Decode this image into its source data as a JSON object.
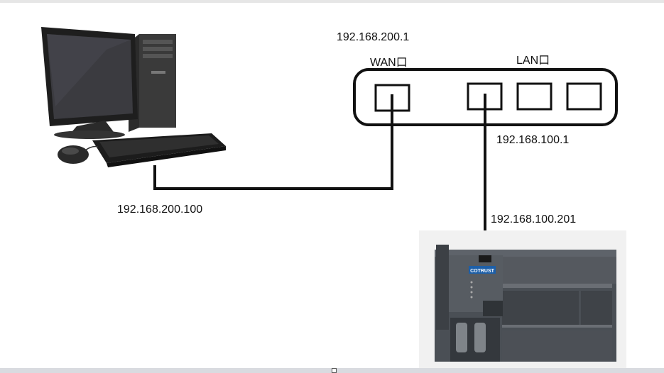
{
  "labels": {
    "wan_ip": "192.168.200.1",
    "wan_port": "WAN口",
    "lan_port": "LAN口",
    "lan_ip": "192.168.100.1",
    "pc_ip": "192.168.200.100",
    "plc_ip": "192.168.100.201",
    "plc_brand": "COTRUST"
  },
  "colors": {
    "line": "#111111",
    "plc_body": "#4a4f55",
    "plc_label": "#1d5fa8"
  },
  "icons": [
    "desktop-computer-icon",
    "router-icon",
    "plc-controller-icon"
  ]
}
